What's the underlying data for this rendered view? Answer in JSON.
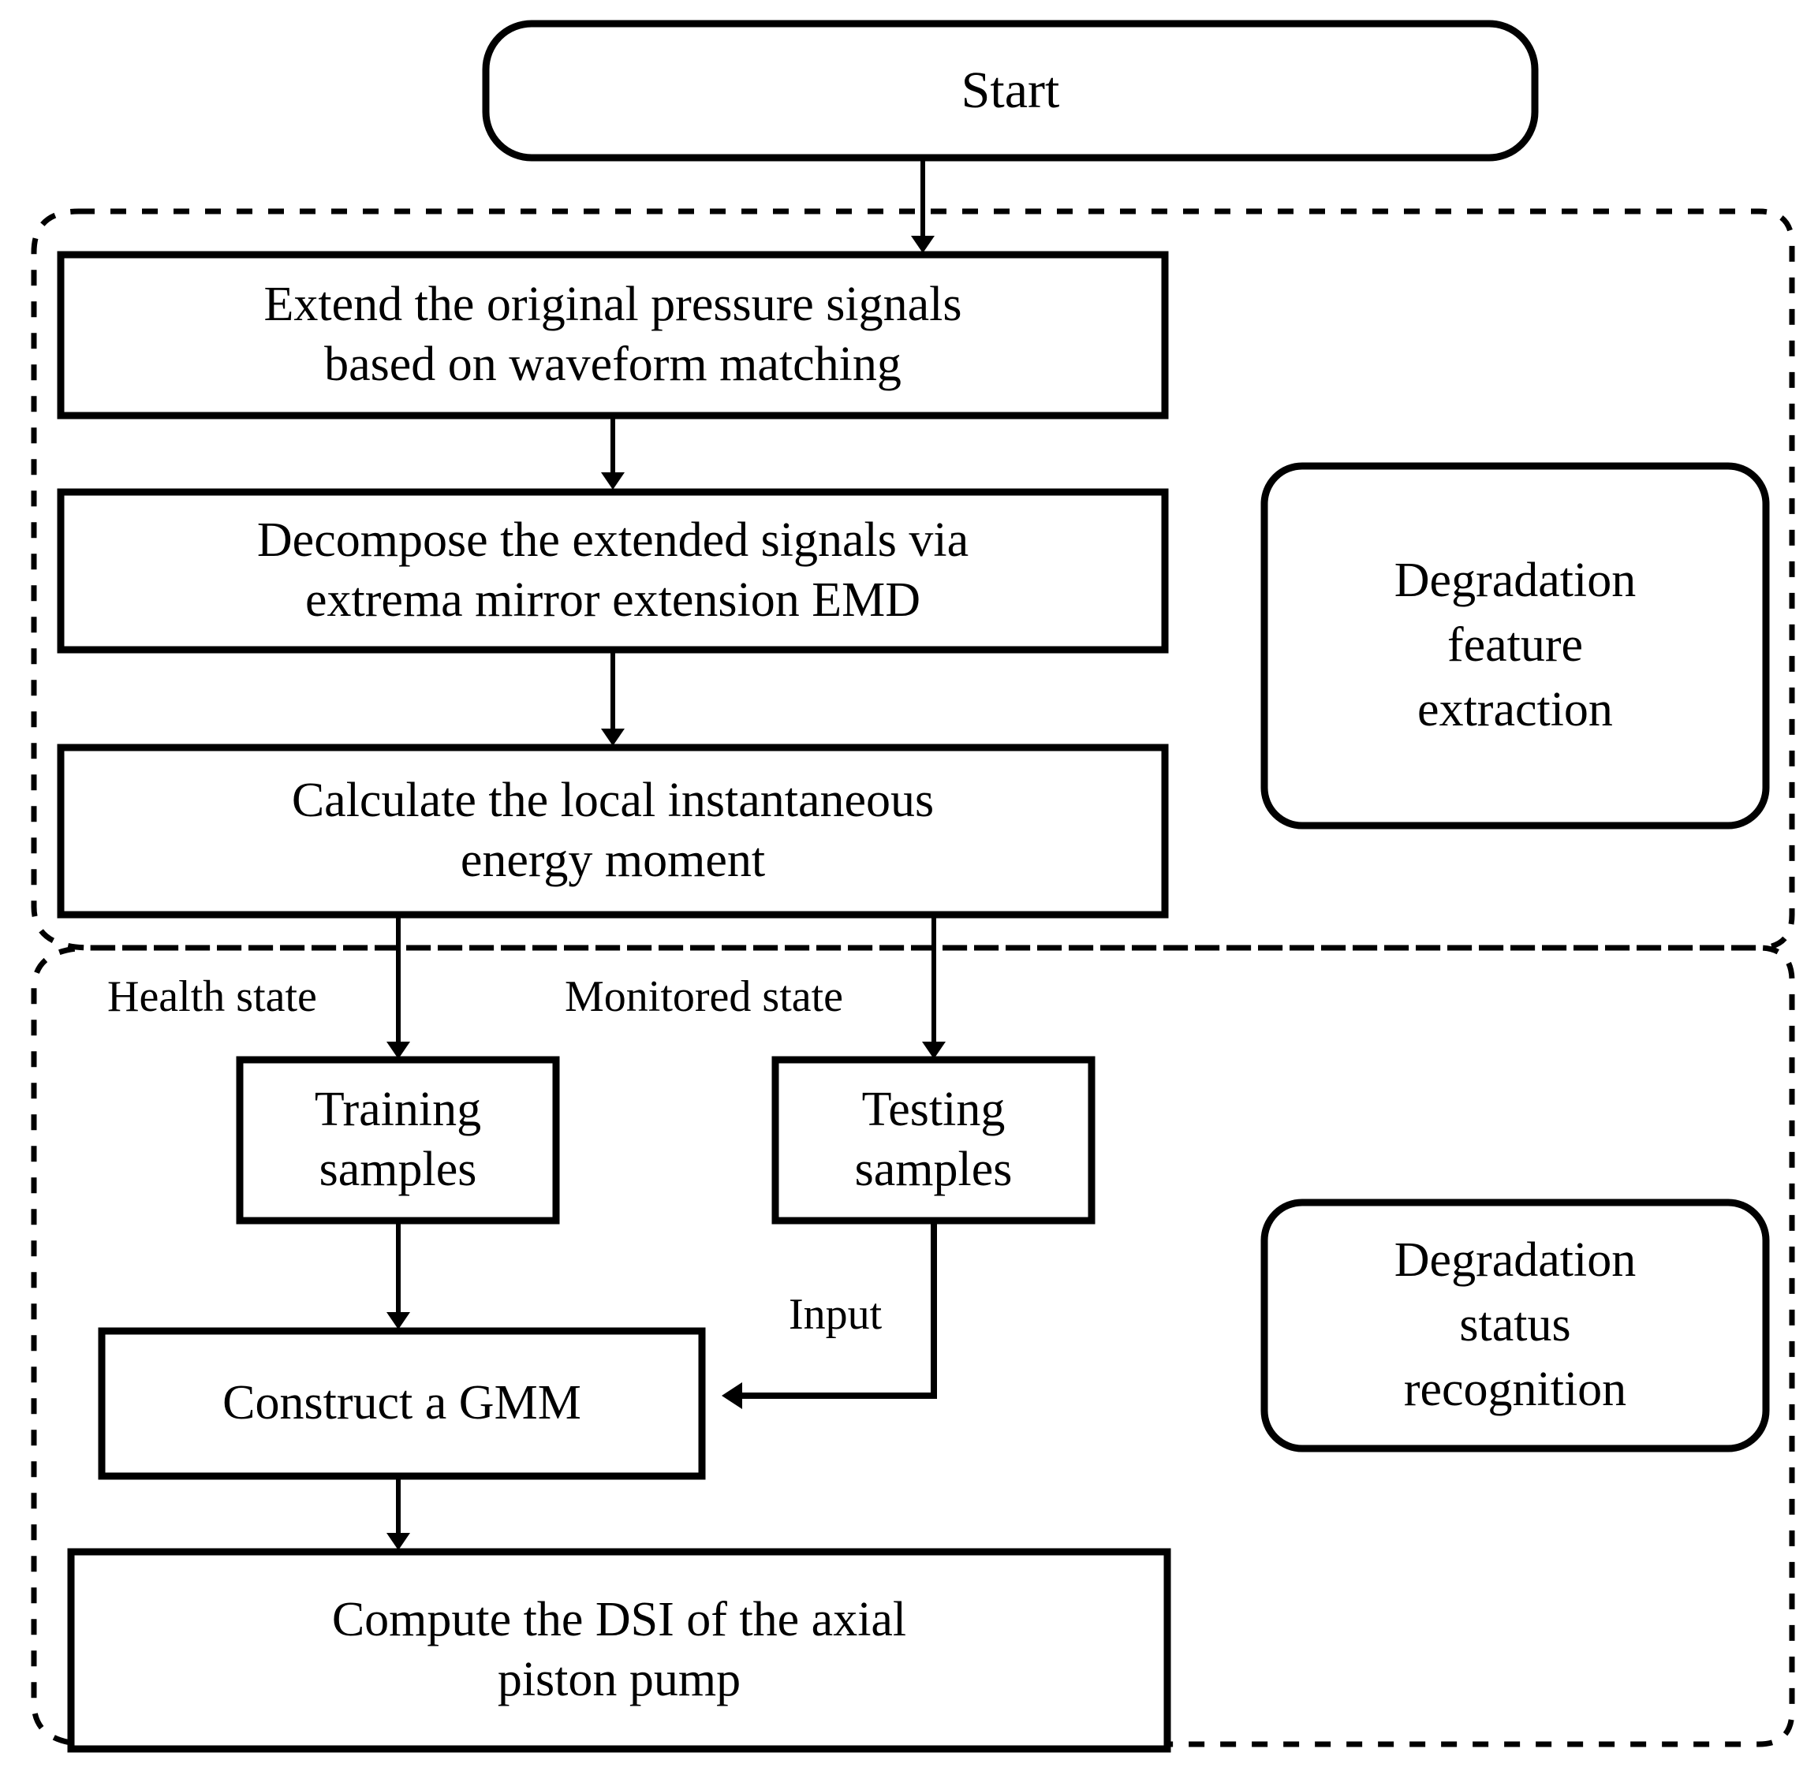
{
  "diagram": {
    "title": "Degradation feature extraction and status recognition flowchart",
    "colors": {
      "stroke": "#000000",
      "fill": "#ffffff",
      "text": "#000000"
    },
    "nodes": {
      "start": {
        "label": "Start",
        "shape": "rounded-terminator"
      },
      "extend_signals": {
        "label": "Extend the original pressure signals\nbased on waveform matching",
        "shape": "process"
      },
      "decompose_signals": {
        "label": "Decompose the extended signals via\nextrema mirror extension EMD",
        "shape": "process"
      },
      "energy_moment": {
        "label": "Calculate the local instantaneous\nenergy moment",
        "shape": "process"
      },
      "training_samples": {
        "label": "Training\nsamples",
        "shape": "process"
      },
      "testing_samples": {
        "label": "Testing\nsamples",
        "shape": "process"
      },
      "construct_gmm": {
        "label": "Construct a GMM",
        "shape": "process"
      },
      "compute_dsi": {
        "label": "Compute the DSI of the axial\npiston pump",
        "shape": "process"
      },
      "phase_feature_extraction": {
        "label": "Degradation\nfeature\nextraction",
        "shape": "rounded-annotation"
      },
      "phase_status_recognition": {
        "label": "Degradation\nstatus\nrecognition",
        "shape": "rounded-annotation"
      }
    },
    "edge_labels": {
      "health_state": "Health state",
      "monitored_state": "Monitored state",
      "input": "Input"
    },
    "groups": {
      "upper": {
        "name": "Degradation feature extraction group",
        "border": "dashed"
      },
      "lower": {
        "name": "Degradation status recognition group",
        "border": "dashed"
      }
    }
  }
}
